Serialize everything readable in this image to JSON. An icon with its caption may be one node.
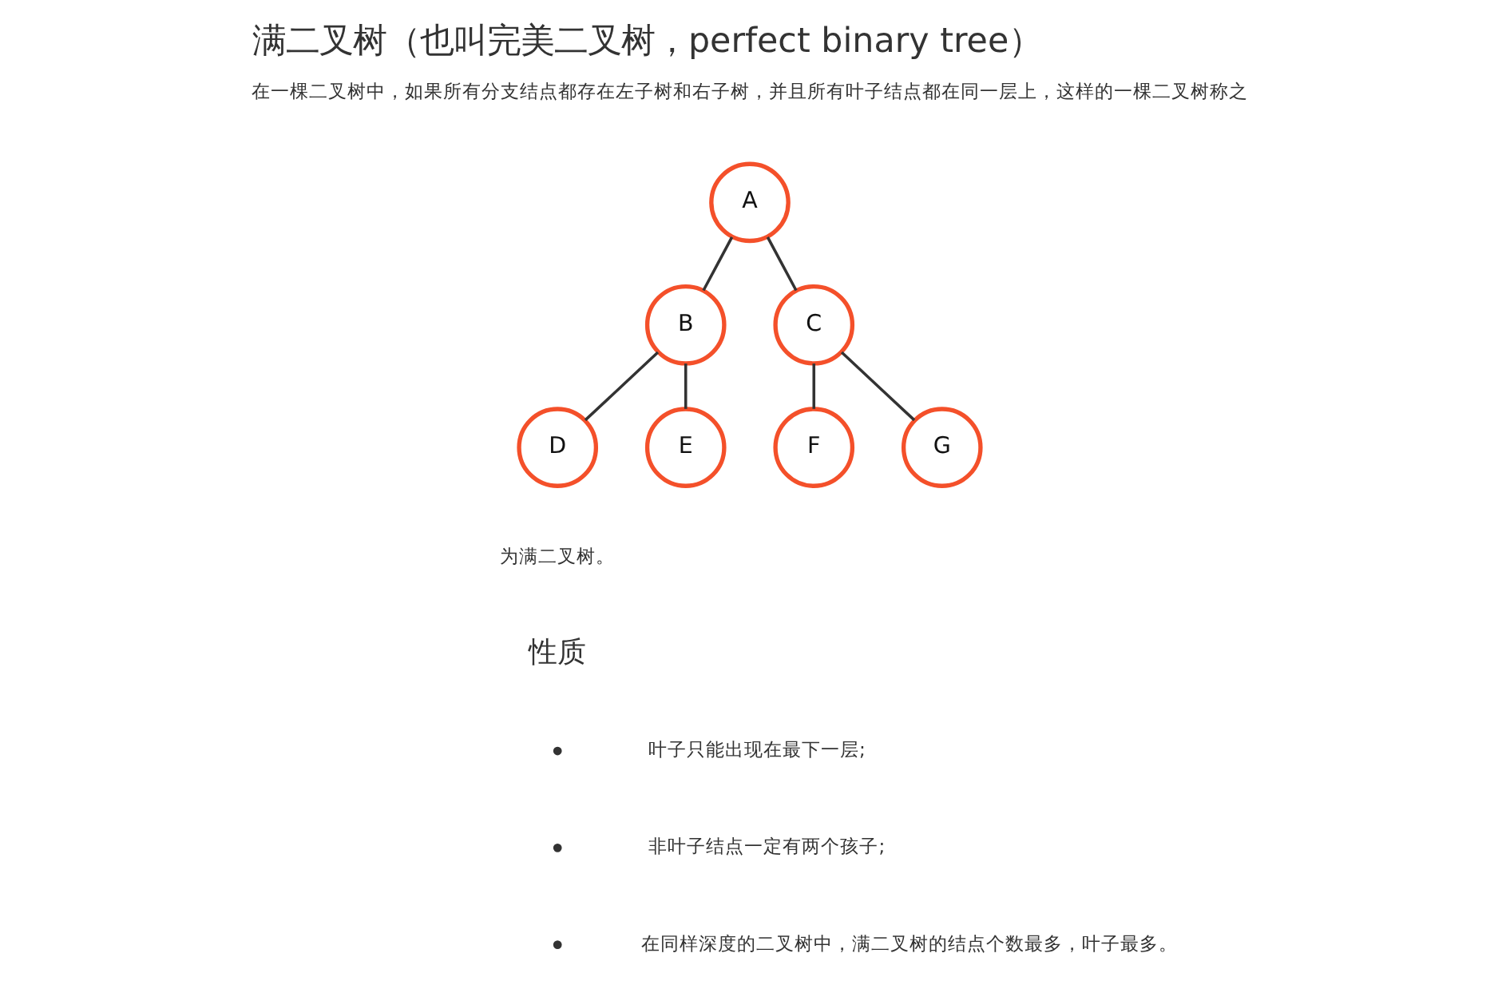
{
  "diagram": {
    "title": "满二叉树（也叫完美二叉树，perfect binary tree）",
    "nodes": [
      {
        "text": [
          "A"
        ]
      },
      {
        "text": [
          "B"
        ]
      },
      {
        "text": [
          "C"
        ]
      },
      {
        "text": [
          "D"
        ]
      },
      {
        "text": [
          "E"
        ]
      },
      {
        "text": [
          "F"
        ]
      },
      {
        "text": [
          "G"
        ]
      }
    ],
    "edges": [
      {
        "from": 0,
        "to": 1,
        "arrow": "none"
      },
      {
        "from": 0,
        "to": 2,
        "arrow": "none"
      },
      {
        "from": 1,
        "to": 3,
        "arrow": "none"
      },
      {
        "from": 1,
        "to": 4,
        "arrow": "none"
      },
      {
        "from": 2,
        "to": 5,
        "arrow": "none"
      },
      {
        "from": 2,
        "to": 6,
        "arrow": "none"
      }
    ],
    "labels": [
      "在一棵二叉树中，如果所有分支结点都存在左子树和右子树，并且所有叶子结点都在同一层上，这样的一棵二叉树称之",
      "为满二叉树。",
      "性质",
      "叶子只能出现在最下一层;",
      "非叶子结点一定有两个孩子;",
      "在同样深度的二叉树中，满二叉树的结点个数最多，叶子最多。"
    ]
  }
}
